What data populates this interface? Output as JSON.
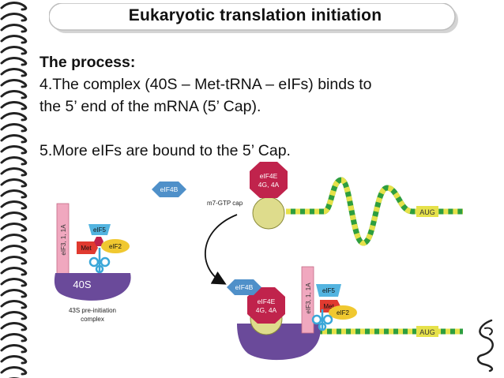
{
  "title": "Eukaryotic translation initiation",
  "heading": "The process:",
  "lines": [
    "4.The complex (40S – Met-tRNA – eIFs) binds to",
    "the 5’ end of the mRNA (5’ Cap).",
    "5.More eIFs are bound to the 5’ Cap."
  ],
  "diagram": {
    "eif4b": "eIF4B",
    "eif4e_line1": "eIF4E",
    "eif4e_line2": "4G, 4A",
    "cap_label": "m7-GTP cap",
    "aug": "AUG",
    "eif3": "eIF3, 1, 1A",
    "eif5": "eIF5",
    "met": "Met",
    "eif2": "eIF2",
    "ribo": "40S",
    "caption_line1": "43S pre-initiation",
    "caption_line2": "complex"
  },
  "colors": {
    "octagon": "#c0234c",
    "cap": "#dedc8c",
    "mrna_green": "#2e9e3e",
    "mrna_yellow": "#e6e14a",
    "ribosome": "#6a4a9a",
    "eif3": "#f0a8bf",
    "eif4b": "#4f90c9",
    "eif5": "#53b4e0",
    "met": "#e03a30",
    "eif2": "#f0c830",
    "trna": "#3aa7d8"
  }
}
